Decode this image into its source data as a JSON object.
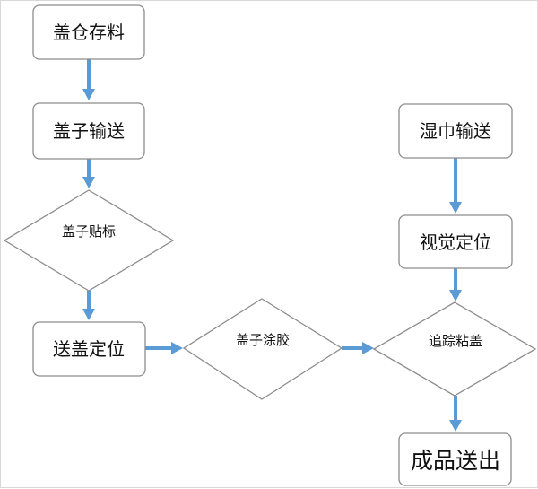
{
  "flowchart": {
    "nodes": {
      "cap_storage": "盖仓存料",
      "cap_conveying": "盖子输送",
      "cap_labeling": "盖子贴标",
      "cap_positioning": "送盖定位",
      "cap_gluing": "盖子涂胶",
      "wipes_conveying": "湿巾输送",
      "vision_positioning": "视觉定位",
      "tracking_capping": "追踪粘盖",
      "product_output": "成品送出"
    },
    "colors": {
      "arrow": "#5b9bd5",
      "border": "#8c8c8c"
    }
  }
}
